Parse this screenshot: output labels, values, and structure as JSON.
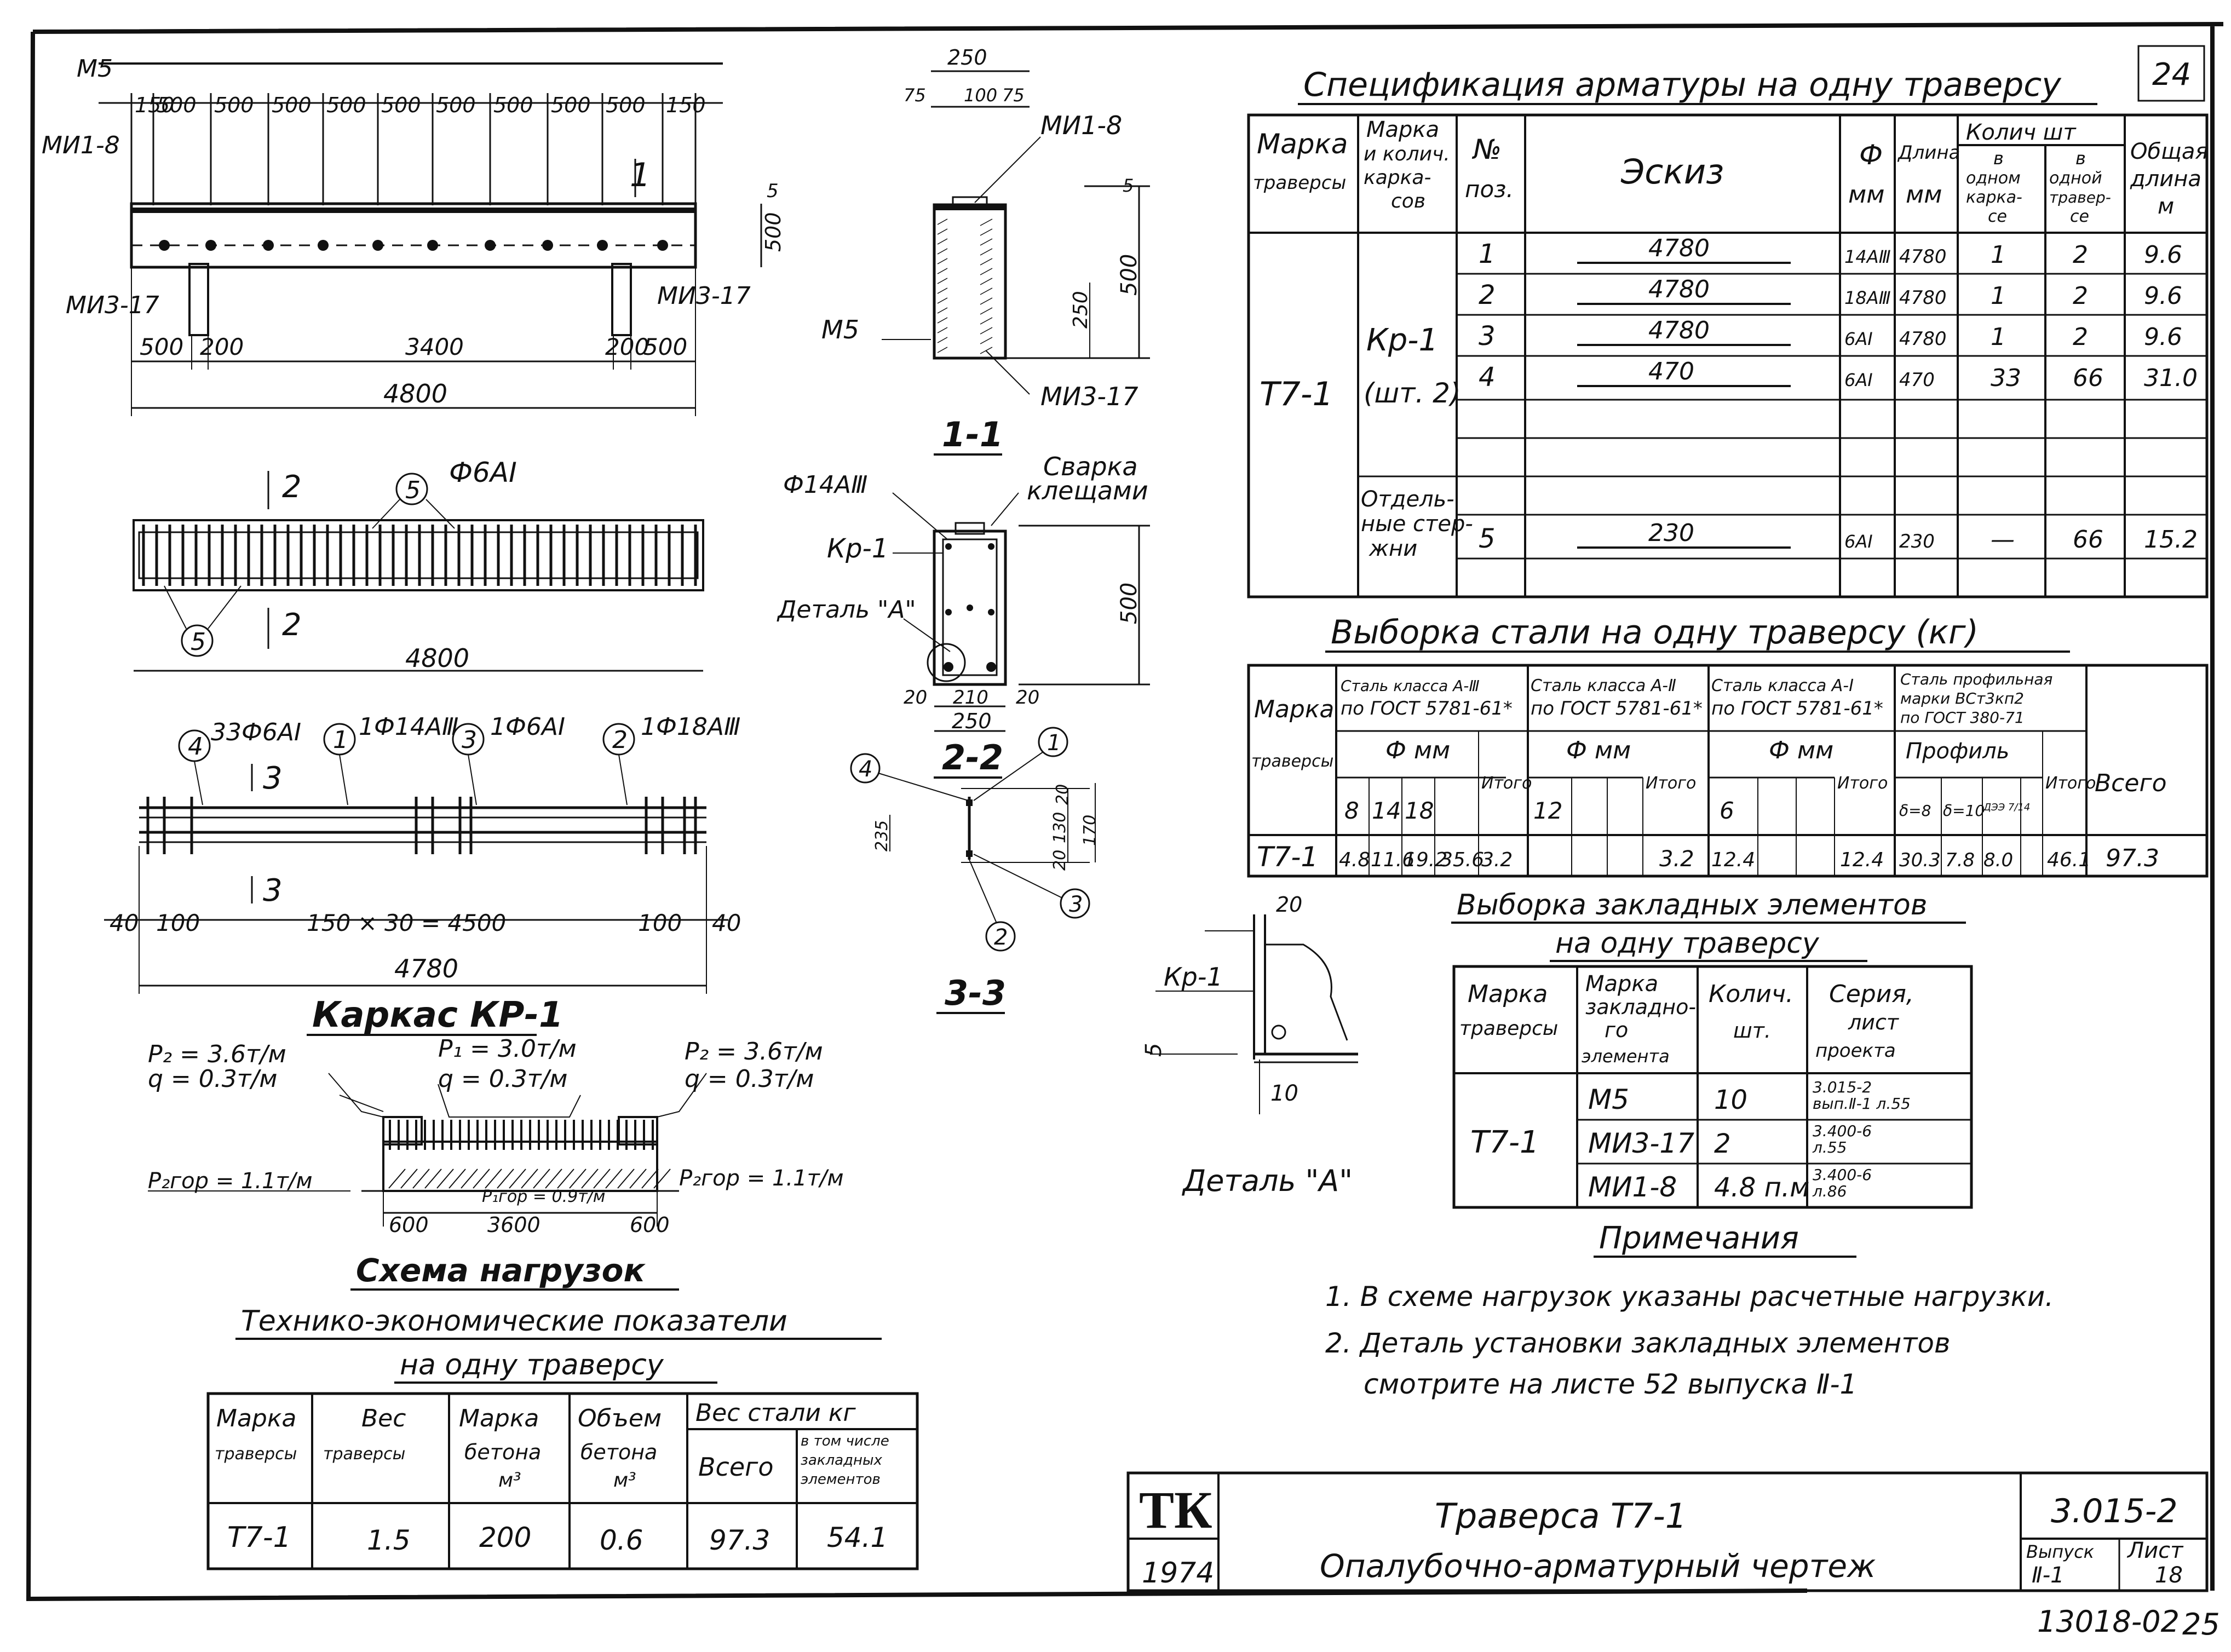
{
  "sheet_number_top": "24",
  "specification": {
    "title": "Спецификация арматуры на одну траверсу",
    "headers": {
      "mark": [
        "Марка",
        "траверсы"
      ],
      "cage": [
        "Марка",
        "и колич.",
        "карка-",
        "сов"
      ],
      "pos": [
        "№",
        "поз."
      ],
      "sketch": "Эскиз",
      "diam": [
        "Ф",
        "мм"
      ],
      "length": [
        "Длина",
        "мм"
      ],
      "qty": "Колич шт",
      "qty_cage": [
        "в",
        "одном",
        "карка-",
        "се"
      ],
      "qty_beam": [
        "в",
        "одной",
        "травер-",
        "се"
      ],
      "total": [
        "Общая",
        "длина",
        "м"
      ]
    },
    "beam_mark": "Т7-1",
    "cage_mark": "Кр-1",
    "cage_count": "(шт. 2)",
    "separate_bars": [
      "Отдель-",
      "ные стер-",
      "жни"
    ],
    "rows": [
      {
        "pos": "1",
        "sketch": "4780",
        "diam": "14АⅢ",
        "length": "4780",
        "qty_cage": "1",
        "qty_beam": "2",
        "total": "9.6"
      },
      {
        "pos": "2",
        "sketch": "4780",
        "diam": "18АⅢ",
        "length": "4780",
        "qty_cage": "1",
        "qty_beam": "2",
        "total": "9.6"
      },
      {
        "pos": "3",
        "sketch": "4780",
        "diam": "6АI",
        "length": "4780",
        "qty_cage": "1",
        "qty_beam": "2",
        "total": "9.6"
      },
      {
        "pos": "4",
        "sketch": "470",
        "diam": "6АI",
        "length": "470",
        "qty_cage": "33",
        "qty_beam": "66",
        "total": "31.0"
      },
      {
        "pos": "5",
        "sketch": "230",
        "diam": "6АI",
        "length": "230",
        "qty_cage": "—",
        "qty_beam": "66",
        "total": "15.2"
      }
    ]
  },
  "steel_selection": {
    "title": "Выборка стали на одну траверсу (кг)",
    "mark_header": [
      "Марка",
      "траверсы"
    ],
    "group_a3": [
      "Сталь класса А-Ⅲ",
      "по ГОСТ 5781-61*"
    ],
    "group_a2": [
      "Сталь класса А-Ⅱ",
      "по ГОСТ 5781-61*"
    ],
    "group_a1": [
      "Сталь класса А-I",
      "по ГОСТ 5781-61*"
    ],
    "group_profile": [
      "Сталь профильная",
      "марки ВСт3кп2",
      "по ГОСТ 380-71"
    ],
    "diam_mm": "Ф мм",
    "profile": "Профиль",
    "itogo": "Итого",
    "vsego": "Всего",
    "a3_sizes": [
      "8",
      "14",
      "18"
    ],
    "a2_sizes": [
      "12"
    ],
    "a1_sizes": [
      "6"
    ],
    "profile_sizes": [
      "δ=8",
      "δ=10",
      "ДЭЭ 7/14"
    ],
    "row": {
      "mark": "Т7-1",
      "a3": [
        "4.8",
        "11.6",
        "19.2"
      ],
      "a3_total": "35.6",
      "a2": [
        "3.2"
      ],
      "a2_total": "3.2",
      "a1": [
        "12.4"
      ],
      "a1_total": "12.4",
      "profile": [
        "30.3",
        "7.8",
        "8.0"
      ],
      "profile_total": "46.1",
      "grand_total": "97.3"
    }
  },
  "embedded": {
    "title": [
      "Выборка закладных элементов",
      "на одну траверсу"
    ],
    "headers": {
      "mark": [
        "Марка",
        "траверсы"
      ],
      "elem": [
        "Марка",
        "закладно-",
        "го",
        "элемента"
      ],
      "qty": [
        "Колич.",
        "шт."
      ],
      "series": [
        "Серия,",
        "лист",
        "проекта"
      ]
    },
    "beam_mark": "Т7-1",
    "rows": [
      {
        "elem": "М5",
        "qty": "10",
        "series": [
          "3.015-2",
          "вып.Ⅱ-1 л.55"
        ]
      },
      {
        "elem": "МИ3-17",
        "qty": "2",
        "series": [
          "3.400-6",
          "л.55"
        ]
      },
      {
        "elem": "МИ1-8",
        "qty": "4.8 п.м",
        "series": [
          "3.400-6",
          "л.86"
        ]
      }
    ]
  },
  "notes": {
    "title": "Примечания",
    "items": [
      "1. В схеме нагрузок указаны расчетные нагрузки.",
      "2. Деталь установки закладных элементов",
      "смотрите на листе 52 выпуска Ⅱ-1"
    ]
  },
  "tech_econ": {
    "title": [
      "Технико-экономические показатели",
      "на одну траверсу"
    ],
    "headers": {
      "mark": [
        "Марка",
        "траверсы"
      ],
      "weight": [
        "Вес",
        "траверсы"
      ],
      "concrete": [
        "Марка",
        "бетона",
        "м³"
      ],
      "volume": [
        "Объем",
        "бетона",
        "м³"
      ],
      "steel": "Вес стали кг",
      "steel_total": "Всего",
      "steel_embedded": [
        "в том числе",
        "закладных",
        "элементов"
      ]
    },
    "row": {
      "mark": "Т7-1",
      "weight": "1.5",
      "concrete": "200",
      "volume": "0.6",
      "steel_total": "97.3",
      "steel_embedded": "54.1"
    }
  },
  "title_block": {
    "logo": "ТК",
    "year": "1974",
    "name": "Траверса Т7-1",
    "subtitle": "Опалубочно-арматурный чертеж",
    "code": "3.015-2",
    "issue_label": "Выпуск",
    "issue": "Ⅱ-1",
    "sheet_label": "Лист",
    "sheet": "18"
  },
  "stamp_bottom": "13018-02",
  "stamp_tail": "25",
  "elevation": {
    "top_dims": [
      "150",
      "500",
      "500",
      "500",
      "500",
      "500",
      "500",
      "500",
      "500",
      "500",
      "150"
    ],
    "bottom_dims": [
      "500",
      "200",
      "3400",
      "200",
      "500"
    ],
    "overall": "4800",
    "label_m5": "М5",
    "label_mi1_8": "МИ1-8",
    "label_mi3_17a": "МИ3-17",
    "label_mi3_17b": "МИ3-17",
    "cut1": "1",
    "dim_500": "500",
    "dim_5": "5"
  },
  "section_11": {
    "title": "1-1",
    "top": "250",
    "sub": [
      "75",
      "100",
      "75"
    ],
    "mi1_8": "МИ1-8",
    "m5": "М5",
    "mi3_17": "МИ3-17",
    "d250": "250",
    "d500": "500",
    "d5": "5"
  },
  "plan_view": {
    "bar_label": "Ф6АI",
    "pos5": "5",
    "cut2": "2",
    "overall": "4800"
  },
  "cage": {
    "title": "Каркас КР-1",
    "callouts": [
      {
        "pos": "4",
        "text": "33Ф6АI"
      },
      {
        "pos": "1",
        "text": "1Ф14АⅢ"
      },
      {
        "pos": "3",
        "text": "1Ф6АI"
      },
      {
        "pos": "2",
        "text": "1Ф18АⅢ"
      }
    ],
    "cut3": "3",
    "dims": [
      "40",
      "100",
      "150 × 30 = 4500",
      "100",
      "40"
    ],
    "overall": "4780"
  },
  "section_22": {
    "title": "2-2",
    "f14": "Ф14АⅢ",
    "weld": [
      "Сварка",
      "клещами"
    ],
    "kr1": "Кр-1",
    "detail": "Деталь \"А\"",
    "h": "500",
    "bottom": [
      "20",
      "210",
      "20"
    ],
    "w": "250"
  },
  "section_33": {
    "title": "3-3",
    "pos": [
      "4",
      "1",
      "3",
      "2"
    ],
    "dims": [
      "20",
      "130",
      "20",
      "170",
      "235"
    ]
  },
  "detail_a": {
    "title": "Деталь \"А\"",
    "kr1": "Кр-1",
    "d20": "20",
    "d10": "10",
    "d5": "5"
  },
  "loads": {
    "title": "Схема нагрузок",
    "p2_left": [
      "P₂ = 3.6т/м",
      "q = 0.3т/м"
    ],
    "p1": [
      "P₁ = 3.0т/м",
      "q = 0.3т/м"
    ],
    "p2_right": [
      "P₂ = 3.6т/м",
      "q = 0.3т/м"
    ],
    "hor_left": "P₂гор = 1.1т/м",
    "hor_right": "P₂гор = 1.1т/м",
    "hor_mid": "P₁гор = 0.9т/м",
    "dims": [
      "600",
      "3600",
      "600"
    ]
  }
}
